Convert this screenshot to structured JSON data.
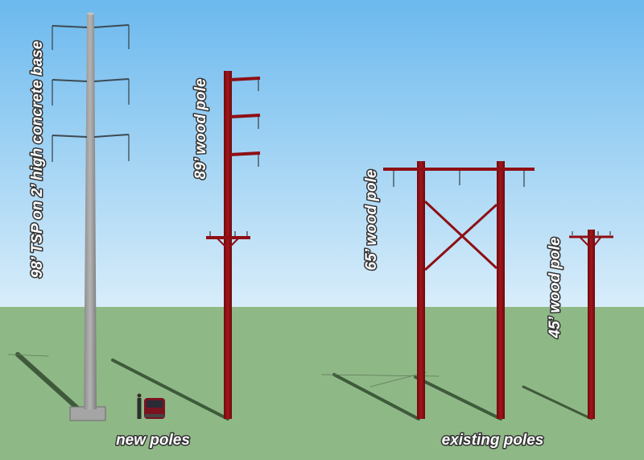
{
  "labels": {
    "tsp": "98’ TSP on 2’ high concrete base",
    "wood89": "89’ wood pole",
    "wood65": "65’ wood pole",
    "wood45": "45’ wood pole",
    "new_poles": "new poles",
    "existing_poles": "existing poles"
  },
  "colors": {
    "sky_top": "#6bb9ee",
    "sky_bottom": "#d8edfa",
    "ground": "#8fb887",
    "wood_pole": "#8e0f14",
    "steel_pole": "#9a9a9a",
    "shadow": "#3f5a3a"
  }
}
